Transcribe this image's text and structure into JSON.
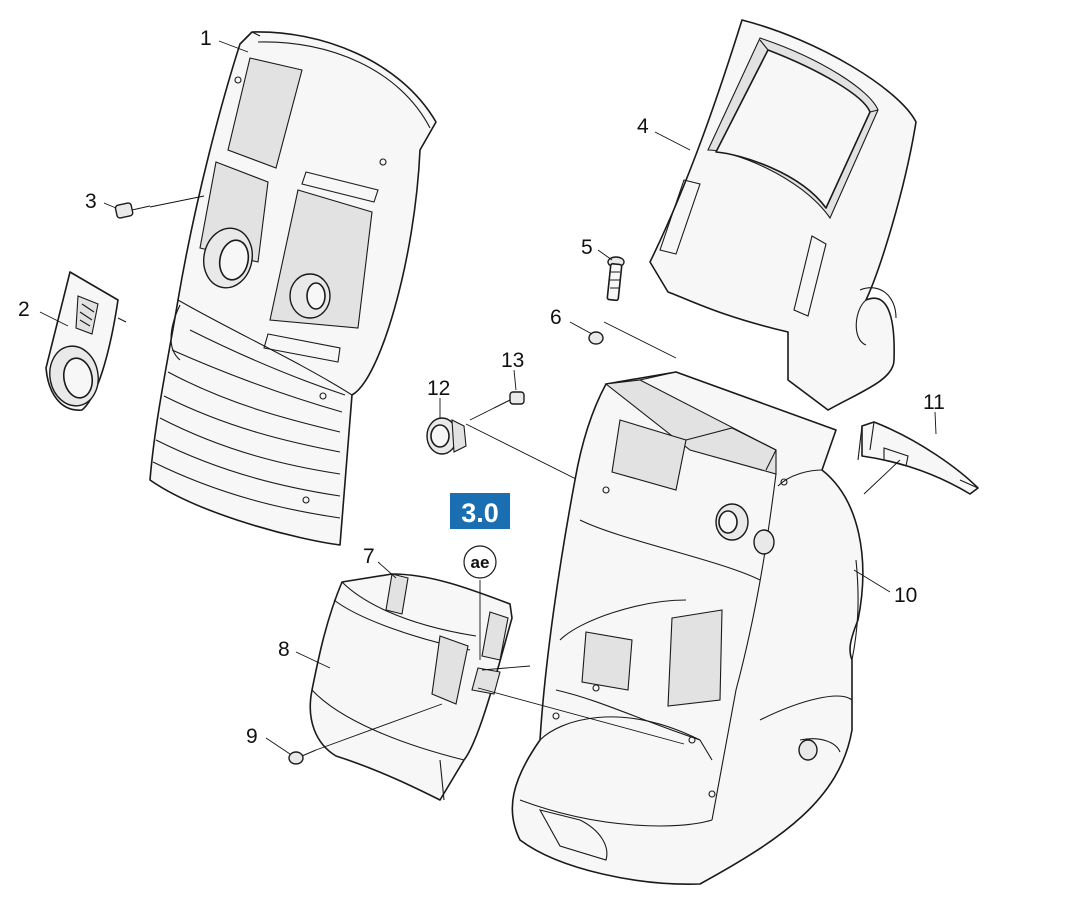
{
  "callouts": {
    "c1": "1",
    "c2": "2",
    "c3": "3",
    "c4": "4",
    "c5": "5",
    "c6": "6",
    "c7": "7",
    "c8": "8",
    "c9": "9",
    "c10": "10",
    "c11": "11",
    "c12": "12",
    "c13": "13"
  },
  "badge": {
    "label": "3.0",
    "color": "#1a6fb3"
  },
  "symbol": {
    "label": "ae"
  }
}
